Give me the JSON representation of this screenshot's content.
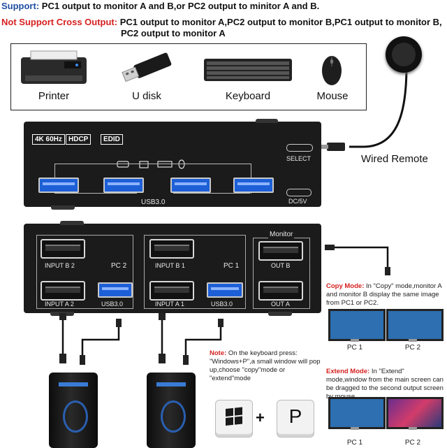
{
  "header": {
    "support_label": "Support:",
    "support_text": "PC1 output to monitor A and B,or PC2 output to minitor A and B.",
    "not_support_label": "Not Support Cross Output:",
    "not_support_line1": "PC1 output to monitor A,PC2 output to monitor B,PC1 output to monitor B,",
    "not_support_line2": "PC2 output to monitor A"
  },
  "peripherals": [
    {
      "label": "Printer",
      "icon": "printer-icon"
    },
    {
      "label": "U disk",
      "icon": "usb-drive-icon"
    },
    {
      "label": "Keyboard",
      "icon": "keyboard-icon"
    },
    {
      "label": "Mouse",
      "icon": "mouse-icon"
    }
  ],
  "remote_label": "Wired Remote",
  "front_panel": {
    "badges": [
      "4K 60Hz",
      "HDCP",
      "EDID"
    ],
    "usb_label": "USB3.0",
    "select_label": "SELECT",
    "power_label": "DC/5V"
  },
  "rear_panel": {
    "monitor_label": "Monitor",
    "pc2_label": "PC 2",
    "pc1_label": "PC 1",
    "input_b2": "INPUT B 2",
    "input_a2": "INPUT A 2",
    "input_b1": "INPUT B 1",
    "input_a1": "INPUT A 1",
    "usb_a": "USB3.0",
    "usb_b": "USB3.0",
    "out_b": "OUT B",
    "out_a": "OUT A"
  },
  "copy_mode": {
    "title": "Copy Mode:",
    "text": "In \"Copy\" mode,monitor A and monitor B display the same image from PC1 or PC2.",
    "pc1": "PC 1",
    "pc2": "PC 2"
  },
  "extend_mode": {
    "title": "Extend Mode:",
    "text": "In \"Extend\" mode,window from the main screen can be dragged to the second output screen by mouse",
    "pc1": "PC 1",
    "pc2": "PC 2"
  },
  "note": {
    "title": "Note:",
    "text": "On the keyboard press: \"Windows+P\",a small window will pop up,choose \"copy\"mode or \"extend\"mode",
    "plus": "+",
    "key_p": "P"
  },
  "colors": {
    "support": "#1f4fa3",
    "not_support": "#d61f1f",
    "usb_blue": "#1d5fd6"
  }
}
